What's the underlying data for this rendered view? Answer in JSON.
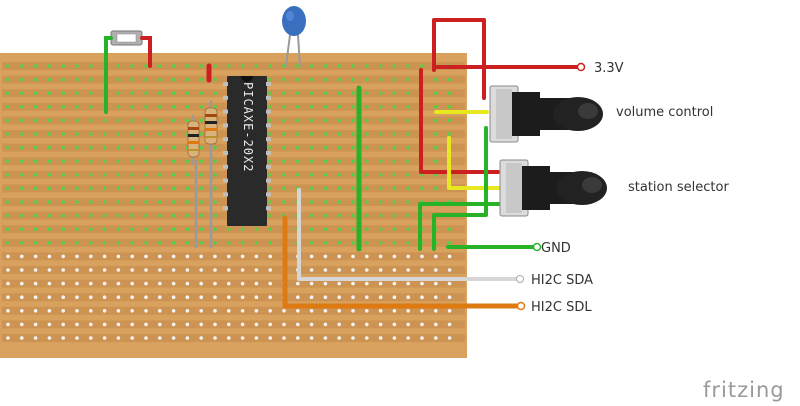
{
  "chip": {
    "label": "PICAXE-20X2"
  },
  "labels": {
    "v33": "3.3V",
    "volume": "volume control",
    "station": "station selector",
    "gnd": "GND",
    "sda": "HI2C SDA",
    "sdl": "HI2C SDL"
  },
  "brand": "fritzing",
  "colors": {
    "board": "#d8a15d",
    "strip": "#c5894a",
    "hole": "#55d045",
    "chip": "#2a2a2a",
    "wire_red": "#cc1f1f",
    "wire_green": "#28b228",
    "wire_yellow": "#e8e820",
    "wire_orange": "#dd7a12",
    "wire_white": "#e4e4e4",
    "capacitor": "#3a6fc0",
    "pot_body": "#1c1c1c"
  }
}
